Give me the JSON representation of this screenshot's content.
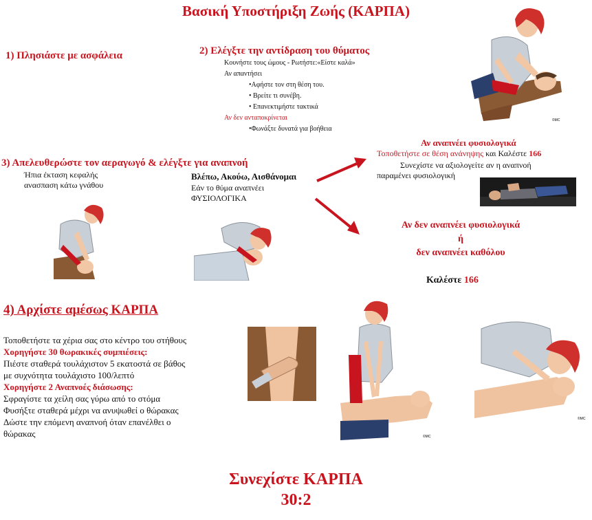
{
  "title": "Βασική Υποστήριξη Ζωής (ΚΑΡΠΑ)",
  "step1": {
    "heading": "1) Πλησιάστε με ασφάλεια"
  },
  "step2": {
    "heading": "2) Ελέγξτε την αντίδραση του θύματος",
    "line1": "Κουνήστε τους ώμους - Ρωτήστε:«Είστε καλά»",
    "line2": "Αν απαντήσει",
    "bullets": [
      "•Αφήστε τον στη θέση του.",
      "• Βρείτε τι συνέβη.",
      "• Επανεκτιμήστε τακτικά"
    ],
    "no_response": "Αν δεν ανταποκρίνεται",
    "shout": "•Φωνάξτε δυνατά για βοήθεια"
  },
  "step3": {
    "heading": "3) Απελευθερώστε τον αεραγωγό & ελέγξτε για αναπνοή",
    "head_tilt_1": "Ήπια έκταση κεφαλής",
    "head_tilt_2": "ανασπαση κάτω γνάθου",
    "look_listen": "Βλέπω, Ακούω, Αισθάνομαι",
    "if_breathing_1": "Εάν το θύμα αναπνέει",
    "if_breathing_2": "ΦΥΣΙΟΛΟΓΙΚΑ"
  },
  "branch_normal": {
    "heading": "Αν αναπνέει φυσιολογικά",
    "recovery_red": "Τοποθετήστε σε θέση ανάνηψης",
    "and_call": "και  Καλέστε",
    "number": "166",
    "continue_1": "Συνεχίστε να αξιολογείτε αν η αναπνοή",
    "continue_2": "παραμένει φυσιολογική"
  },
  "branch_abnormal": {
    "line1": "Αν δεν αναπνέει φυσιολογικά",
    "line2": "ή",
    "line3": "δεν αναπνέει καθόλου",
    "call": "Καλέστε",
    "number": "166"
  },
  "step4": {
    "heading": "4) Αρχίστε αμέσως ΚΑΡΠΑ",
    "hands": "Τοποθετήστε τα χέρια σας στο κέντρο του στήθους",
    "compressions_heading": "Χορηγήστε 30 θωρακικές συμπιέσεις:",
    "compress_1": " Πιέστε σταθερά τουλάχιστον 5 εκατοστά σε βάθος",
    "compress_2": "με συχνότητα τουλάχιστο 100/λεπτό",
    "breaths_heading": "Χορηγήστε 2 Αναπνοές διάσωσης:",
    "breath_1": " Σφραγίστε τα χείλη σας γύρω από το στόμα",
    "breath_2": " Φυσήξτε σταθερά μέχρι να ανυψωθεί ο θώρακας",
    "breath_3": " Δώστε την επόμενη αναπνοή όταν επανέλθει ο",
    "breath_4": "θώρακας"
  },
  "footer": {
    "line1": "Συνεχίστε ΚΑΡΠΑ",
    "line2": "30:2"
  },
  "signature": "©MC",
  "colors": {
    "accent": "#c8141e",
    "hair": "#d0302c",
    "skin": "#f2c7a5",
    "scrubs": "#c9cfd6",
    "victim_shirt": "#8a5a34",
    "victim_pants": "#2a3f6c"
  }
}
